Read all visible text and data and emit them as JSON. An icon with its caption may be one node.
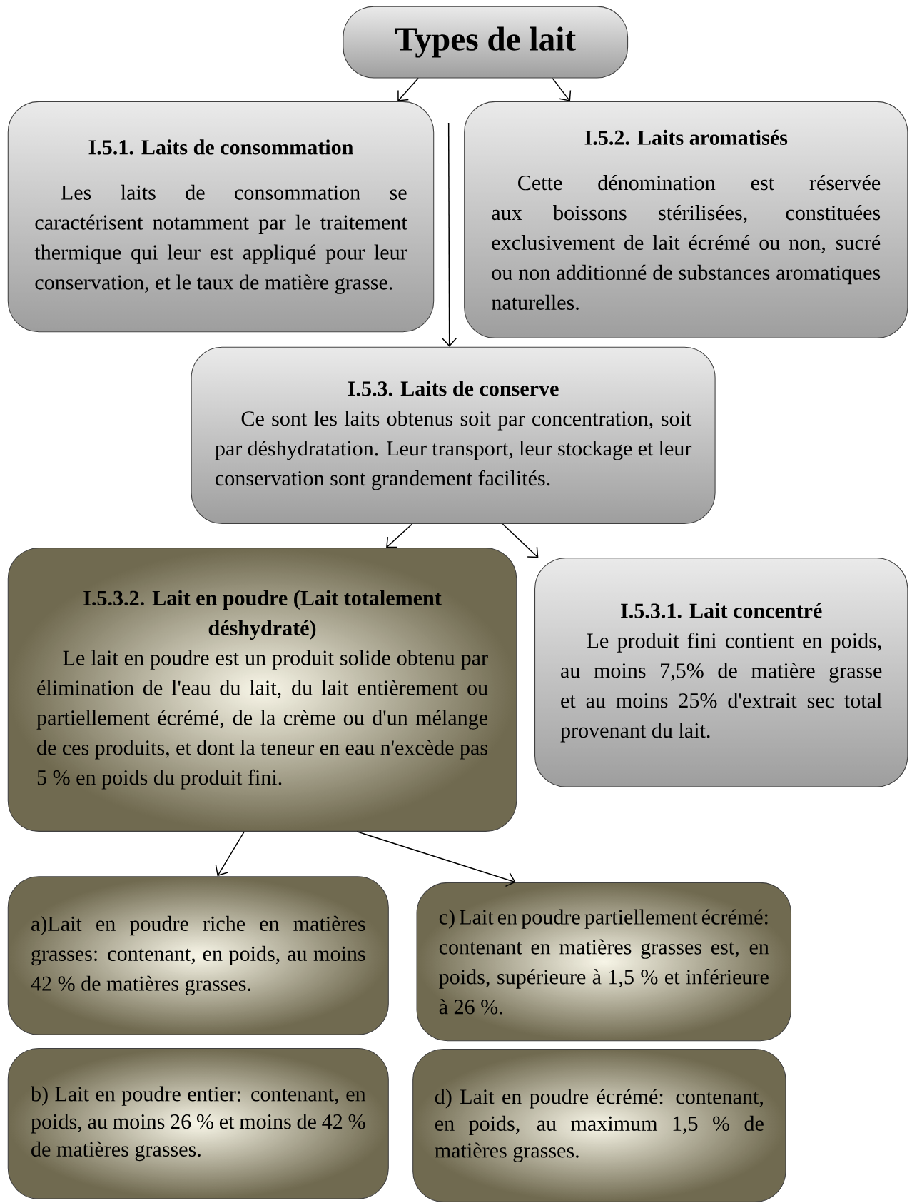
{
  "diagram": {
    "nodes": [
      {
        "text": [
          "Types de lait"
        ]
      },
      {
        "text": [
          "I.5.1. Laits de consommation",
          "Les laits de consommation se caractérisent notamment par le traitement thermique qui leur est appliqué pour leur conservation, et le taux de matière grasse."
        ]
      },
      {
        "text": [
          "I.5.2. Laits aromatisés",
          "Cette dénomination est réservée aux boissons stérilisées, constituées exclusivement de lait écrémé ou non, sucré ou non additionné de substances aromatiques naturelles."
        ]
      },
      {
        "text": [
          "I.5.3. Laits de conserve",
          "Ce sont les laits obtenus soit par concentration, soit par déshydratation. Leur transport, leur stockage et leur conservation sont grandement facilités."
        ]
      },
      {
        "text": [
          "I.5.3.2. Lait en poudre (Lait totalement déshydraté)",
          "Le lait en poudre est un produit solide obtenu par élimination de l'eau du lait, du lait entièrement ou partiellement écrémé, de la crème ou d'un mélange de ces produits, et dont la teneur en eau n'excède pas 5 % en poids du produit fini."
        ]
      },
      {
        "text": [
          "I.5.3.1. Lait concentré",
          "Le produit fini contient en poids, au moins 7,5% de matière grasse et au moins 25% d'extrait sec total provenant du lait."
        ]
      },
      {
        "text": [
          "a)Lait en poudre riche en matières grasses: contenant, en poids, au moins 42 % de matières grasses."
        ]
      },
      {
        "text": [
          "c) Lait en poudre partiellement écrémé: contenant en matières grasses est, en poids, supérieure à 1,5 % et inférieure à 26 %."
        ]
      },
      {
        "text": [
          "b) Lait en poudre entier: contenant, en poids, au moins 26 % et moins de 42 % de matières grasses."
        ]
      },
      {
        "text": [
          "d) Lait en poudre écrémé: contenant, en poids, au maximum 1,5 % de matières grasses."
        ]
      }
    ],
    "edges": [
      {
        "from": 0,
        "to": 1,
        "arrow": "to"
      },
      {
        "from": 0,
        "to": 2,
        "arrow": "to"
      },
      {
        "from": null,
        "to": 3,
        "arrow": "to"
      },
      {
        "from": 3,
        "to": 4,
        "arrow": "to"
      },
      {
        "from": 3,
        "to": 5,
        "arrow": "to"
      },
      {
        "from": 4,
        "to": 6,
        "arrow": "to"
      },
      {
        "from": 4,
        "to": 7,
        "arrow": "to"
      }
    ]
  }
}
